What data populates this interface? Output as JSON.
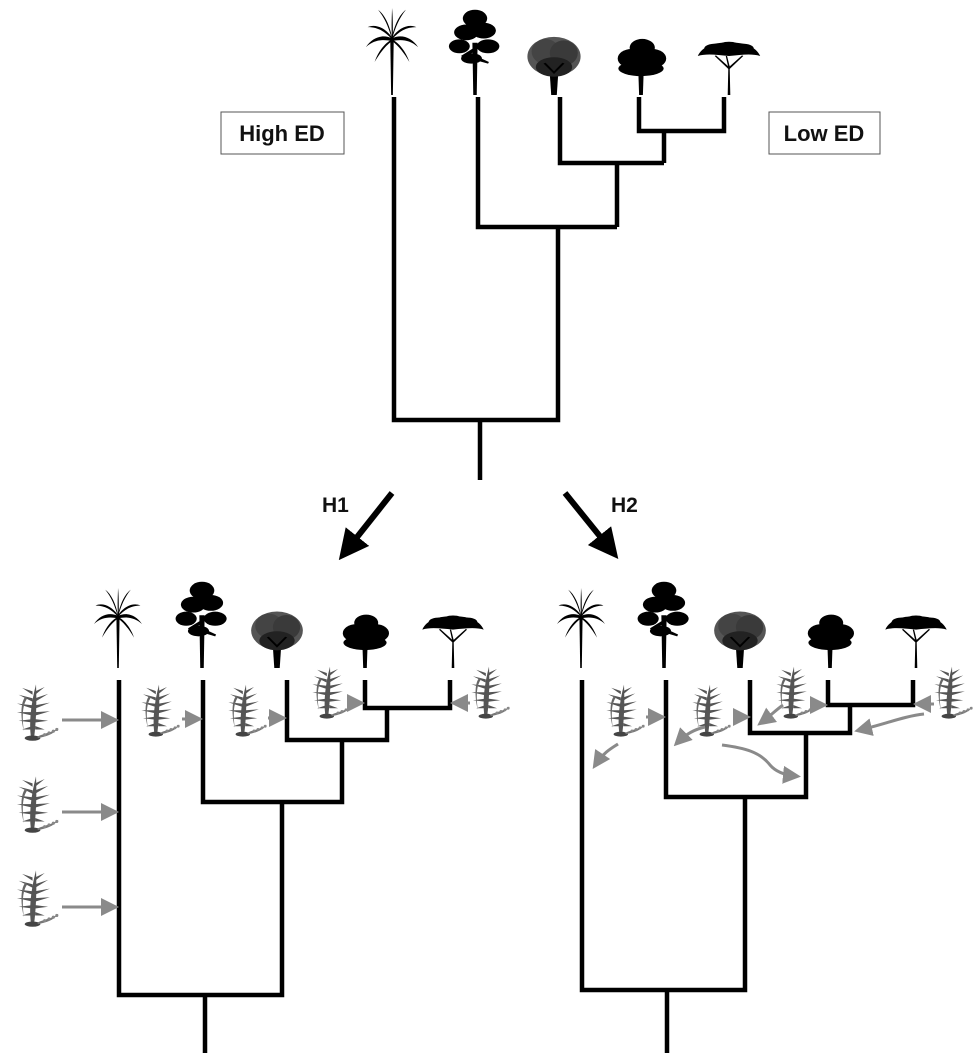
{
  "labels": {
    "high_ed": "High ED",
    "low_ed": "Low ED",
    "h1": "H1",
    "h2": "H2"
  },
  "icons": {
    "trees": [
      "palm-tree-icon",
      "pine-tree-icon",
      "shrub-tree-icon",
      "broadleaf-tree-icon",
      "acacia-tree-icon"
    ],
    "epiphyte": "fern-icon"
  },
  "colors": {
    "branch": "#000000",
    "association_arrow": "#8a8a8a",
    "label_border": "#555555"
  }
}
